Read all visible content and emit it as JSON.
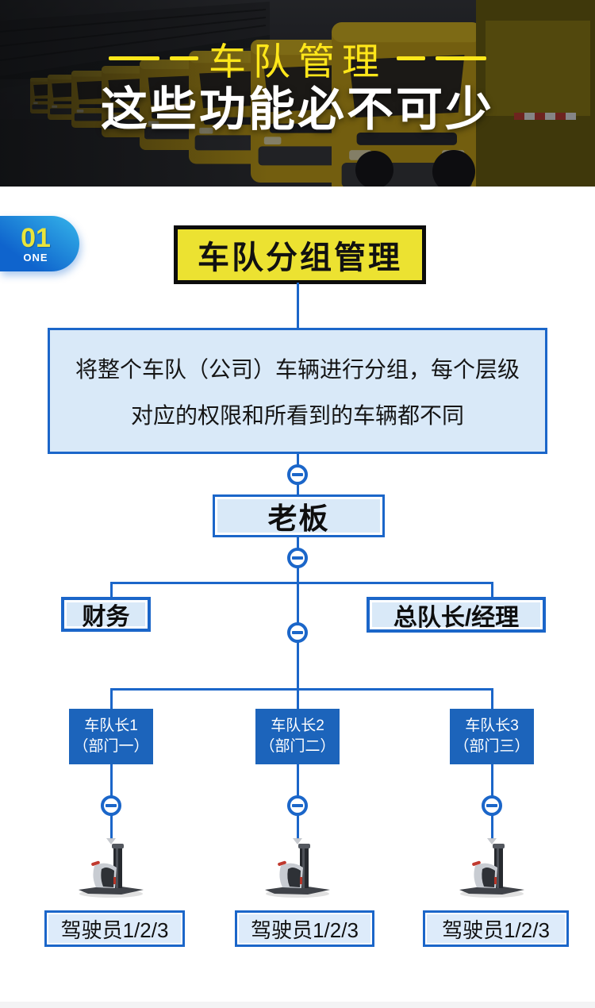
{
  "header": {
    "title": "车队管理",
    "subtitle": "这些功能必不可少"
  },
  "badge": {
    "number": "01",
    "word": "ONE"
  },
  "section": {
    "title": "车队分组管理",
    "description_line1": "将整个车队（公司）车辆进行分组，每个层级",
    "description_line2": "对应的权限和所看到的车辆都不同"
  },
  "org_chart": {
    "root": {
      "label": "老板"
    },
    "level2": [
      {
        "label": "财务"
      },
      {
        "label": "总队长/经理"
      }
    ],
    "level3": [
      {
        "line1": "车队长1",
        "line2": "（部门一）"
      },
      {
        "line1": "车队长2",
        "line2": "（部门二）"
      },
      {
        "line1": "车队长3",
        "line2": "（部门三）"
      }
    ],
    "level4": [
      {
        "label": "驾驶员1/2/3"
      },
      {
        "label": "驾驶员1/2/3"
      },
      {
        "label": "驾驶员1/2/3"
      }
    ],
    "node_icon": "minus-collapse-node",
    "vehicle_icon": "pallet-stacker-forklift"
  },
  "colors": {
    "blue": "#1b66c9",
    "fill": "#d9e9f8",
    "solid": "#1c64bb",
    "yellow": "#ece231",
    "hyellow": "#ffe71a",
    "bstart": "#35b5ea",
    "bend": "#0f64cd",
    "bnum": "#e9e43c"
  }
}
